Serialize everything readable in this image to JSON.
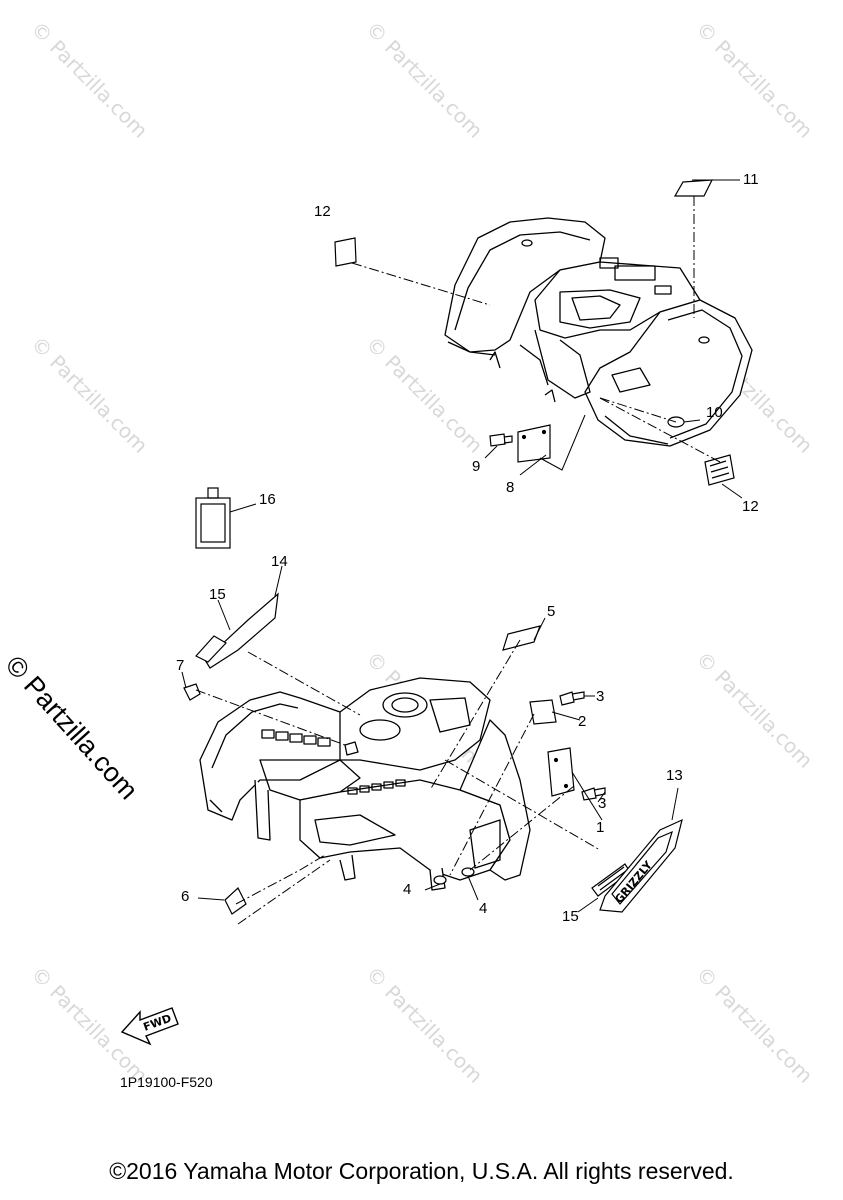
{
  "watermark": {
    "text": "© Partzilla.com"
  },
  "side_watermark": {
    "text": "© Partzilla.com"
  },
  "drawing_number": "1P19100-F520",
  "fwd_label": "FWD",
  "copyright": "©2016 Yamaha Motor Corporation, U.S.A. All rights reserved.",
  "callouts": [
    "1",
    "2",
    "3",
    "3",
    "4",
    "4",
    "5",
    "6",
    "7",
    "8",
    "9",
    "10",
    "11",
    "12",
    "12",
    "13",
    "14",
    "15",
    "15",
    "16"
  ],
  "emblem_text": "GRIZZLY"
}
